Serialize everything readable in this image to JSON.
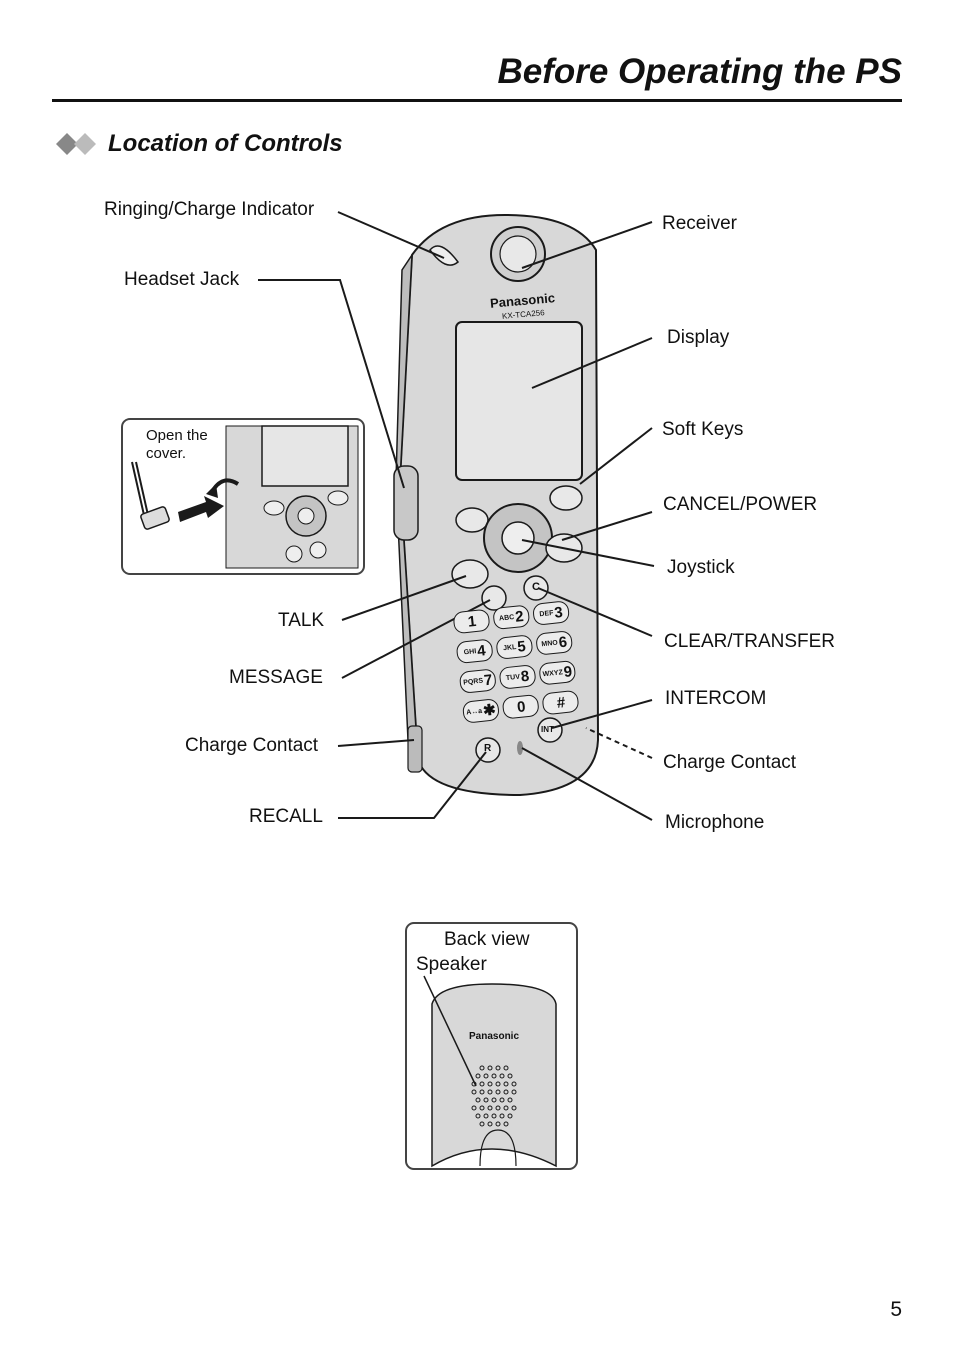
{
  "page": {
    "title": "Before Operating the PS",
    "section_title": "Location of Controls",
    "page_number": "5"
  },
  "phone": {
    "brand": "Panasonic",
    "model": "KX-TCA256"
  },
  "labels_left": {
    "ringing_charge_indicator": "Ringing/Charge Indicator",
    "headset_jack": "Headset Jack",
    "talk": "TALK",
    "message": "MESSAGE",
    "charge_contact": "Charge Contact",
    "recall": "RECALL"
  },
  "labels_right": {
    "receiver": "Receiver",
    "display": "Display",
    "soft_keys": "Soft Keys",
    "cancel_power": "CANCEL/POWER",
    "joystick": "Joystick",
    "clear_transfer": "CLEAR/TRANSFER",
    "intercom": "INTERCOM",
    "charge_contact": "Charge Contact",
    "microphone": "Microphone"
  },
  "inset": {
    "open_cover": "Open the cover."
  },
  "back_view": {
    "title": "Back view",
    "speaker": "Speaker",
    "brand": "Panasonic"
  },
  "keypad": [
    {
      "num": "1",
      "letters": ""
    },
    {
      "num": "2",
      "letters": "ABC"
    },
    {
      "num": "3",
      "letters": "DEF"
    },
    {
      "num": "4",
      "letters": "GHI"
    },
    {
      "num": "5",
      "letters": "JKL"
    },
    {
      "num": "6",
      "letters": "MNO"
    },
    {
      "num": "7",
      "letters": "PQRS"
    },
    {
      "num": "8",
      "letters": "TUV"
    },
    {
      "num": "9",
      "letters": "WXYZ"
    },
    {
      "num": "✱",
      "letters": "A↔a"
    },
    {
      "num": "0",
      "letters": ""
    },
    {
      "num": "#",
      "letters": ""
    }
  ],
  "keys": {
    "recall": "R",
    "intercom": "INT",
    "clear": "C"
  },
  "colors": {
    "body": "#d8d8d8",
    "body_dark": "#bdbdbd",
    "display": "#e6e6e6",
    "line": "#1a1a1a"
  }
}
